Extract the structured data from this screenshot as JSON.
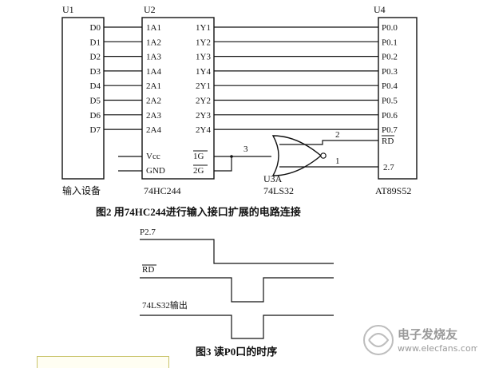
{
  "fig2": {
    "u1": {
      "ref": "U1",
      "pins": [
        "D0",
        "D1",
        "D2",
        "D3",
        "D4",
        "D5",
        "D6",
        "D7"
      ],
      "name": "输入设备"
    },
    "u2": {
      "ref": "U2",
      "in_pins": [
        "1A1",
        "1A2",
        "1A3",
        "1A4",
        "2A1",
        "2A2",
        "2A3",
        "2A4"
      ],
      "out_pins": [
        "1Y1",
        "1Y2",
        "1Y3",
        "1Y4",
        "2Y1",
        "2Y2",
        "2Y3",
        "2Y4"
      ],
      "vcc": "Vcc",
      "gnd": "GND",
      "g1": "1G",
      "g2": "2G",
      "name": "74HC244"
    },
    "u3": {
      "ref": "U3A",
      "name": "74LS32",
      "pin_out": "3",
      "pin_in_top": "2",
      "pin_in_bottom": "1"
    },
    "u4": {
      "ref": "U4",
      "pins": [
        "P0.0",
        "P0.1",
        "P0.2",
        "P0.3",
        "P0.4",
        "P0.5",
        "P0.6",
        "P0.7"
      ],
      "rd": "RD",
      "p27": "2.7",
      "name": "AT89S52"
    },
    "caption": "图2  用74HC244进行输入接口扩展的电路连接"
  },
  "fig3": {
    "signals": [
      "P2.7",
      "RD",
      "74LS32输出"
    ],
    "caption": "图3  读P0口的时序"
  },
  "watermark": {
    "brand": "电子发烧友",
    "url": "www.elecfans.com"
  }
}
